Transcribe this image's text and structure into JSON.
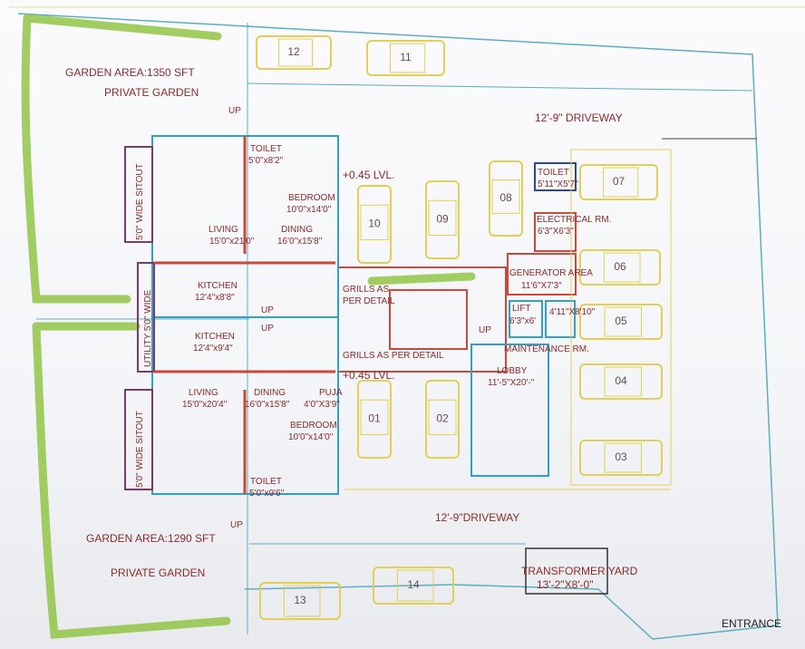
{
  "colors": {
    "wall_red": "#c94a3a",
    "wall_blue": "#2fa0c8",
    "furniture_yellow": "#e2cf55",
    "garden_green": "#8cc23c",
    "boundary": "#5aaec0",
    "text": "#8a2a2a"
  },
  "labels": {
    "garden_top_area": "GARDEN AREA:1350 SFT",
    "garden_top_private": "PRIVATE GARDEN",
    "garden_bottom_area": "GARDEN AREA:1290 SFT",
    "garden_bottom_private": "PRIVATE GARDEN",
    "driveway_top": "12'-9\" DRIVEWAY",
    "driveway_bottom": "12'-9\"DRIVEWAY",
    "sitout_top": "5'0\" WIDE SITOUT",
    "sitout_bottom": "5'0\" WIDE SITOUT",
    "utility": "UTILITY 5'0\" WIDE",
    "up_top": "UP",
    "up_bottom": "UP",
    "up_stair1": "UP",
    "up_stair2": "UP",
    "up_stair3": "UP",
    "toilet_top": "TOILET",
    "toilet_top_dim": "5'0\"x8'2\"",
    "bedroom_top": "BEDROOM",
    "bedroom_top_dim": "10'0\"x14'0\"",
    "living_top": "LIVING",
    "living_top_dim": "15'0\"x21'0\"",
    "dining_top": "DINING",
    "dining_top_dim": "16'0\"x15'8\"",
    "kitchen_top": "KITCHEN",
    "kitchen_top_dim": "12'4\"x8'8\"",
    "kitchen_bottom": "KITCHEN",
    "kitchen_bottom_dim": "12'4\"x9'4\"",
    "living_bottom": "LIVING",
    "living_bottom_dim": "15'0\"x20'4\"",
    "dining_bottom": "DINING",
    "dining_bottom_dim": "16'0\"x15'8\"",
    "puja": "PUJA",
    "puja_dim": "4'0\"X3'9\"",
    "bedroom_bottom": "BEDROOM",
    "bedroom_bottom_dim": "10'0\"x14'0\"",
    "toilet_bottom": "TOILET",
    "toilet_bottom_dim": "5'0\"x9'6\"",
    "lvl_top": "+0.45 LVL.",
    "lvl_bottom": "+0.45 LVL.",
    "grills_top": "GRILLS AS",
    "grills_top2": "PER DETAIL",
    "grills_bottom": "GRILLS AS PER DETAIL",
    "toilet_small": "TOILET",
    "toilet_small_dim": "5'11\"X5'7\"",
    "electrical": "ELECTRICAL RM.",
    "electrical_dim": "6'3\"X6'3\"",
    "generator": "GENERATOR AREA",
    "generator_dim": "11'6\"X7'3\"",
    "lift": "LIFT",
    "lift_dim": "6'3\"x6'",
    "maintenance": "MAINTENANCE RM.",
    "maintenance_dim": "4'11\"X8'10\"",
    "lobby": "LOBBY",
    "lobby_dim": "11'-5\"X20'-\"",
    "transformer": "TRANSFORMER YARD",
    "transformer_dim": "13'-2\"X8'-0\"",
    "entrance": "ENTRANCE"
  },
  "cars": [
    "12",
    "11",
    "10",
    "09",
    "08",
    "07",
    "06",
    "05",
    "04",
    "03",
    "01",
    "02",
    "13",
    "14"
  ]
}
